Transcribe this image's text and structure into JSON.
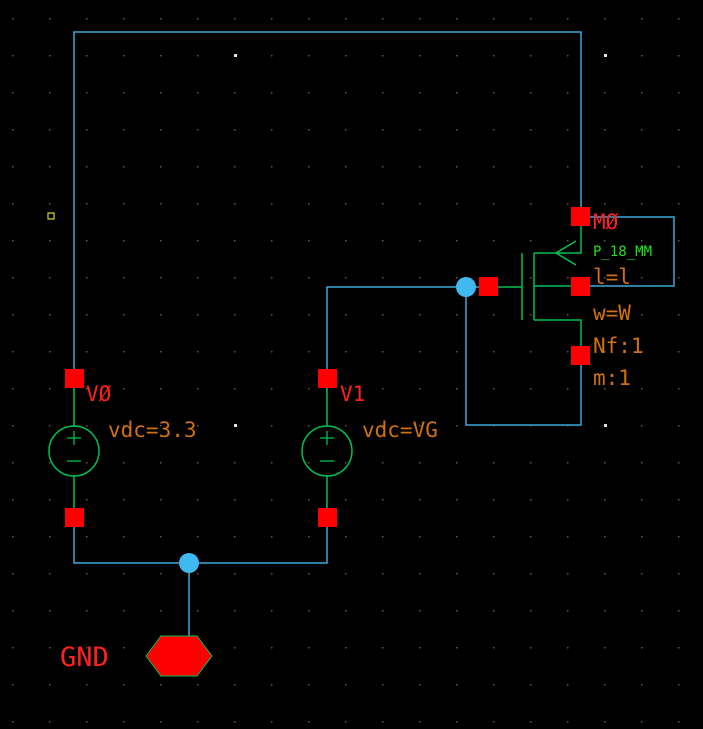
{
  "schematic": {
    "background": "#000000",
    "grid_dot_color": "#5a5a5a",
    "wire_color": "#3aa8d8",
    "pin_color": "#ff0000",
    "symbol_color": "#00c050",
    "instance_label_color": "#ff2020",
    "param_color": "#d07010",
    "model_color": "#20e020",
    "junction_color": "#40b8f0",
    "components": {
      "v0": {
        "name": "VØ",
        "param": "vdc=3.3"
      },
      "v1": {
        "name": "V1",
        "param": "vdc=VG"
      },
      "m0": {
        "name": "MØ",
        "model": "P_18_MM",
        "params": [
          "l=l",
          "w=W",
          "Nf:1",
          "m:1"
        ]
      },
      "gnd": {
        "label": "GND"
      }
    }
  }
}
